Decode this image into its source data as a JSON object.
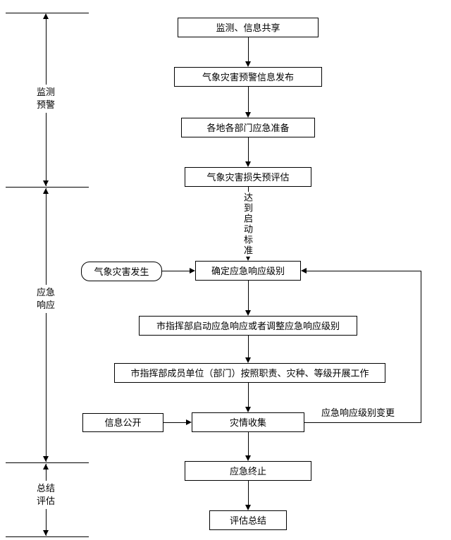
{
  "phases": [
    {
      "line1": "监测",
      "line2": "预警"
    },
    {
      "line1": "应急",
      "line2": "响应"
    },
    {
      "line1": "总结",
      "line2": "评估"
    }
  ],
  "nodes": {
    "monitor_share": "监测、信息共享",
    "warning_release": "气象灾害预警信息发布",
    "emergency_prep": "各地各部门应急准备",
    "loss_preassess": "气象灾害损失预评估",
    "determine_level": "确定应急响应级别",
    "disaster_occur": "气象灾害发生",
    "hq_start": "市指挥部启动应急响应或者调整应急响应级别",
    "members_work": "市指挥部成员单位（部门）按照职责、灾种、等级开展工作",
    "info_collect": "灾情收集",
    "info_public": "信息公开",
    "emergency_end": "应急终止",
    "evaluation": "评估总结"
  },
  "edge_labels": {
    "startup_criteria": "达到启动标准",
    "level_change": "应急响应级别变更"
  },
  "colors": {
    "line": "#000000",
    "background": "#ffffff"
  }
}
